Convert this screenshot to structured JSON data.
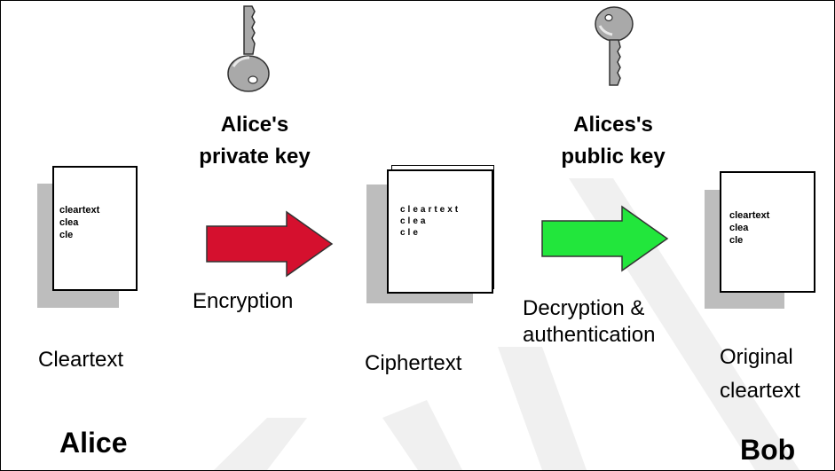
{
  "alice": {
    "name": "Alice",
    "cleartext_label": "Cleartext",
    "doc_lines": [
      "cleartext",
      "clea",
      "cle"
    ]
  },
  "encryption": {
    "key_label_line1": "Alice's",
    "key_label_line2": "private key",
    "arrow_label": "Encryption",
    "arrow_color": "#d5102e"
  },
  "ciphertext": {
    "label": "Ciphertext",
    "doc_lines": [
      "cleartext",
      "clea",
      "cle"
    ]
  },
  "decryption": {
    "key_label_line1": "Alices's",
    "key_label_line2": "public key",
    "arrow_label_line1": "Decryption &",
    "arrow_label_line2": "authentication",
    "arrow_color": "#22e63c"
  },
  "bob": {
    "name": "Bob",
    "label_line1": "Original",
    "label_line2": "cleartext",
    "doc_lines": [
      "cleartext",
      "clea",
      "cle"
    ]
  },
  "colors": {
    "key_fill": "#a9a9a9",
    "doc_shadow": "#bdbdbd",
    "watermark": "#eeeeee"
  }
}
